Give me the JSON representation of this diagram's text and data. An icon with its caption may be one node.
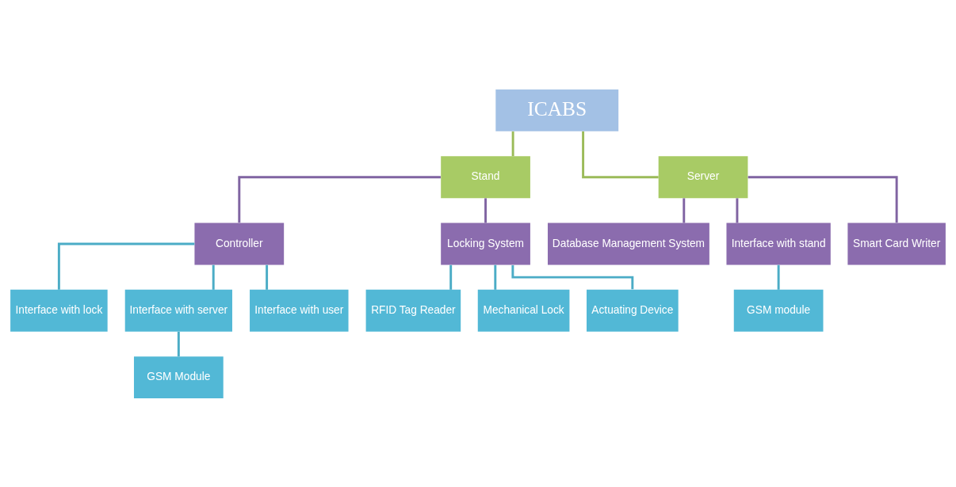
{
  "diagram": {
    "nodes": [
      {
        "text": [
          "ICABS"
        ]
      },
      {
        "text": [
          "Stand"
        ]
      },
      {
        "text": [
          "Server"
        ]
      },
      {
        "text": [
          "Controller"
        ]
      },
      {
        "text": [
          "Locking System"
        ]
      },
      {
        "text": [
          "Database Management System"
        ]
      },
      {
        "text": [
          "Interface with stand"
        ]
      },
      {
        "text": [
          "Smart Card Writer"
        ]
      },
      {
        "text": [
          "Interface with lock"
        ]
      },
      {
        "text": [
          "Interface with server"
        ]
      },
      {
        "text": [
          "Interface with user"
        ]
      },
      {
        "text": [
          "GSM Module"
        ]
      },
      {
        "text": [
          "RFID Tag Reader"
        ]
      },
      {
        "text": [
          "Mechanical Lock"
        ]
      },
      {
        "text": [
          "Actuating Device"
        ]
      },
      {
        "text": [
          "GSM module"
        ]
      }
    ],
    "edges": [
      {
        "from": 0,
        "to": 1,
        "arrow": "none",
        "color": "#9bbb59"
      },
      {
        "from": 0,
        "to": 2,
        "arrow": "none",
        "color": "#9bbb59"
      },
      {
        "from": 1,
        "to": 3,
        "arrow": "none",
        "color": "#8064a2"
      },
      {
        "from": 1,
        "to": 4,
        "arrow": "none",
        "color": "#8064a2"
      },
      {
        "from": 2,
        "to": 5,
        "arrow": "none",
        "color": "#8064a2"
      },
      {
        "from": 2,
        "to": 6,
        "arrow": "none",
        "color": "#8064a2"
      },
      {
        "from": 2,
        "to": 7,
        "arrow": "none",
        "color": "#8064a2"
      },
      {
        "from": 3,
        "to": 8,
        "arrow": "none"
      },
      {
        "from": 3,
        "to": 9,
        "arrow": "none"
      },
      {
        "from": 3,
        "to": 10,
        "arrow": "none"
      },
      {
        "from": 9,
        "to": 11,
        "arrow": "none"
      },
      {
        "from": 4,
        "to": 12,
        "arrow": "none"
      },
      {
        "from": 4,
        "to": 13,
        "arrow": "none"
      },
      {
        "from": 4,
        "to": 14,
        "arrow": "none"
      },
      {
        "from": 6,
        "to": 15,
        "arrow": "none"
      }
    ]
  }
}
